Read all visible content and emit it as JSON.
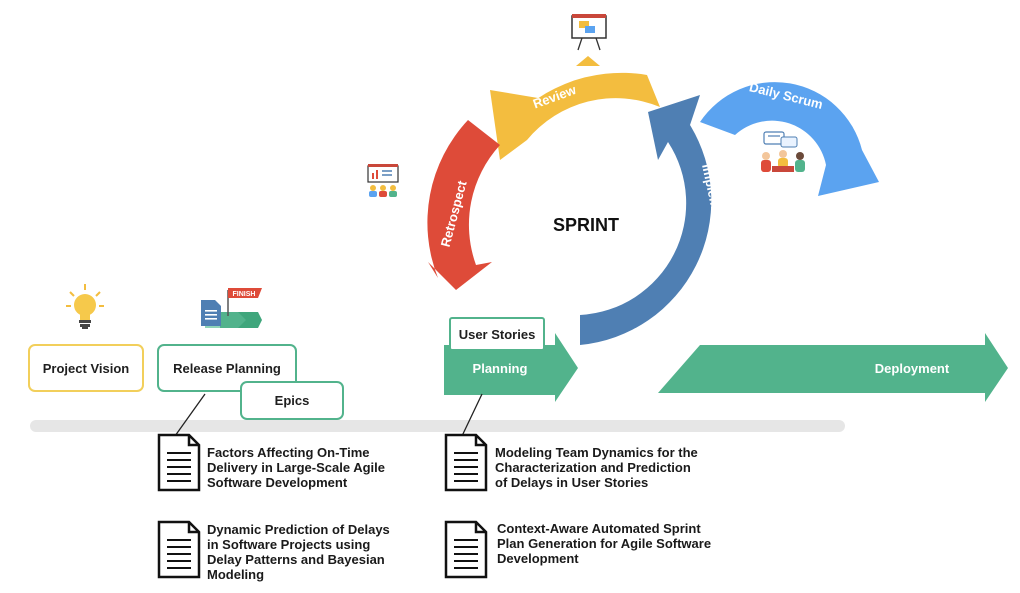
{
  "sprint": {
    "title": "SPRINT",
    "review": "Review",
    "retrospect": "Retrospect",
    "implementation": "Implementation",
    "daily_scrum": "Daily Scrum"
  },
  "timeline": {
    "project_vision": "Project Vision",
    "release_planning": "Release Planning",
    "epics": "Epics",
    "user_stories": "User Stories",
    "planning": "Planning",
    "deployment": "Deployment",
    "finish_flag": "FINISH"
  },
  "papers": [
    {
      "title": "Factors Affecting On-Time\nDelivery in Large-Scale Agile\nSoftware Development"
    },
    {
      "title": "Dynamic Prediction of Delays\nin Software Projects using\nDelay Patterns and Bayesian\nModeling"
    },
    {
      "title": "Modeling Team Dynamics for the\nCharacterization and Prediction\nof Delays in User Stories"
    },
    {
      "title": "Context-Aware Automated Sprint\nPlan Generation for Agile Software\nDevelopment"
    }
  ],
  "colors": {
    "review": "#F3BD3F",
    "retrospect": "#DE4B39",
    "implementation": "#4F7FB3",
    "daily_scrum": "#5BA3F0",
    "green": "#52B38C",
    "vision_border": "#F2CF5B",
    "timeline_bar": "#E6E6E6"
  },
  "icons": [
    "presentation-icon",
    "chart-board-icon",
    "team-meeting-icon",
    "lightbulb-icon",
    "document-icon",
    "finish-flag-icon"
  ]
}
